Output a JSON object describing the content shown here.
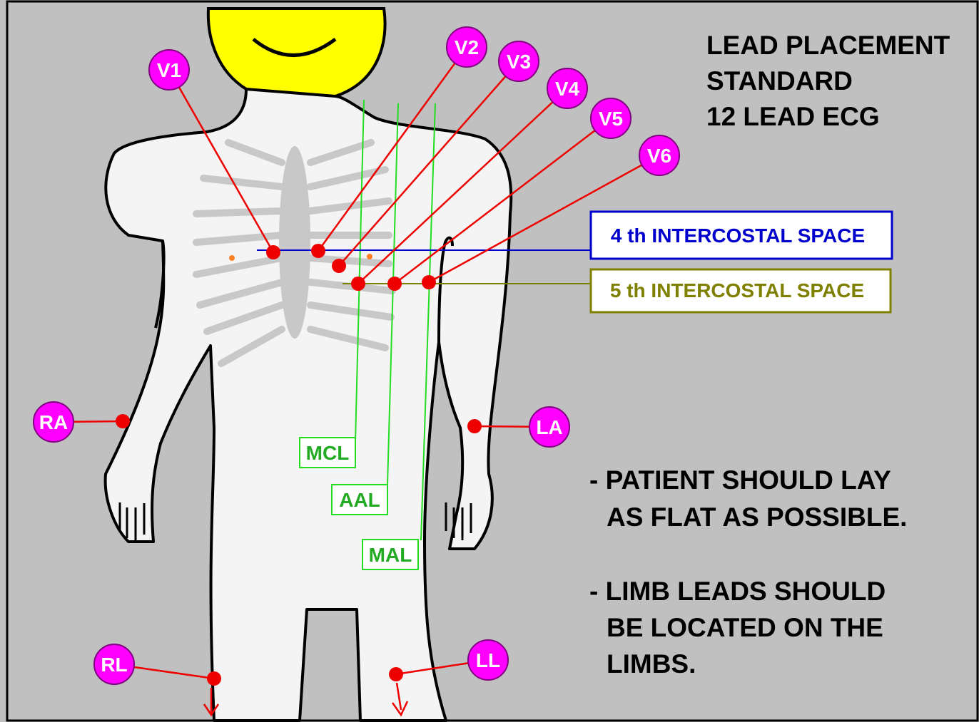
{
  "title": {
    "line1": "LEAD PLACEMENT",
    "line2": "STANDARD",
    "line3": "12  LEAD  ECG"
  },
  "spaces": {
    "fourth": "4 th INTERCOSTAL  SPACE",
    "fifth": "5 th INTERCOSTAL  SPACE"
  },
  "guide_lines": {
    "mcl": "MCL",
    "aal": "AAL",
    "mal": "MAL"
  },
  "chest_leads": [
    "V1",
    "V2",
    "V3",
    "V4",
    "V5",
    "V6"
  ],
  "limb_leads": {
    "ra": "RA",
    "la": "LA",
    "rl": "RL",
    "ll": "LL"
  },
  "notes": {
    "note1_line1": "- PATIENT  SHOULD  LAY",
    "note1_line2": "AS  FLAT  AS  POSSIBLE.",
    "note2_line1": "- LIMB  LEADS  SHOULD",
    "note2_line2": "BE  LOCATED  ON  THE",
    "note2_line3": "LIMBS."
  },
  "colors": {
    "background": "#c0c0c0",
    "body": "#f4f4f4",
    "head": "#ffff00",
    "lead_badge": "#ff00ff",
    "electrode": "#ee0000",
    "fourth_space": "#0000cc",
    "fifth_space": "#7f7f00",
    "guide": "#22dd22"
  }
}
